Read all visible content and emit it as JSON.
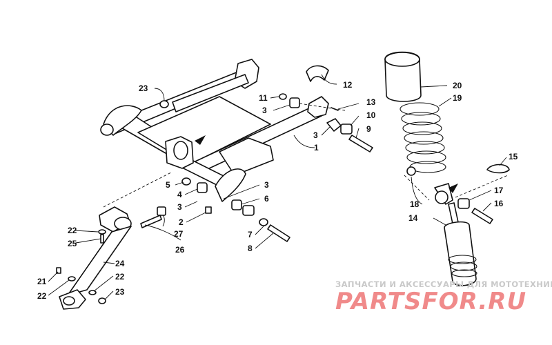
{
  "callouts": [
    {
      "id": "1"
    },
    {
      "id": "2"
    },
    {
      "id": "3"
    },
    {
      "id": "4"
    },
    {
      "id": "5"
    },
    {
      "id": "6"
    },
    {
      "id": "7"
    },
    {
      "id": "8"
    },
    {
      "id": "9"
    },
    {
      "id": "10"
    },
    {
      "id": "11"
    },
    {
      "id": "12"
    },
    {
      "id": "13"
    },
    {
      "id": "14"
    },
    {
      "id": "15"
    },
    {
      "id": "16"
    },
    {
      "id": "17"
    },
    {
      "id": "18"
    },
    {
      "id": "19"
    },
    {
      "id": "20"
    },
    {
      "id": "21"
    },
    {
      "id": "22"
    },
    {
      "id": "23"
    },
    {
      "id": "24"
    },
    {
      "id": "25"
    },
    {
      "id": "26"
    },
    {
      "id": "27"
    }
  ],
  "watermark": {
    "subtitle": "ЗАПЧАСТИ И АКСЕССУАРЫ ДЛЯ МОТОТЕХНИКИ",
    "logo": "PARTSFOR.RU"
  }
}
